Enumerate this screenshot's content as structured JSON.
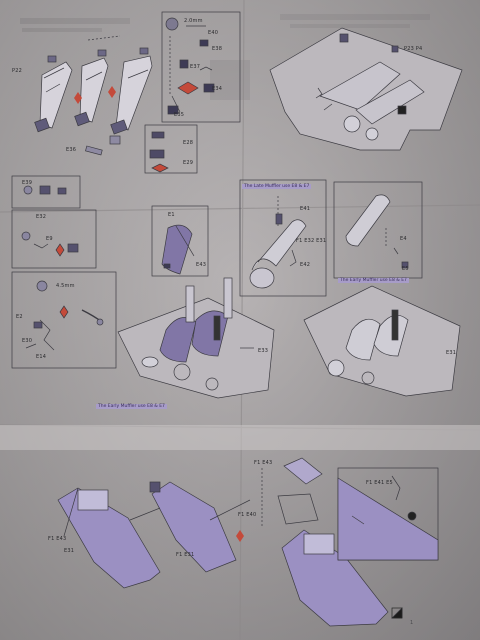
{
  "part_labels": {
    "e36": "E36",
    "e40": "E40",
    "e38": "E38",
    "e37": "E37",
    "e34": "E34",
    "e35": "E35",
    "e28": "E28",
    "e29": "E29",
    "e39": "E39",
    "e32": "E32",
    "e4": "E4",
    "e43": "E43",
    "e41": "E41",
    "e42": "E42",
    "e30": "E30",
    "e31_a": "E31",
    "e31_b": "E31",
    "e2": "E2",
    "e1": "E1",
    "e14": "E14",
    "e33": "E33",
    "e5": "E5",
    "e9": "E9"
  },
  "dimensions": {
    "top": "2.0mm",
    "left": "4.5mm"
  },
  "callouts": {
    "top_left": "P22",
    "top_right": "P23 P4",
    "mid_mount": "F1 E32 E31",
    "lower_mount": "F1 E43",
    "lower_mount_b": "F1 E40",
    "lower_tail": "F1 E41 E5",
    "lower_seat": "F1 E31",
    "lower_cover": "F1 E43"
  },
  "captions": {
    "late_muffler": "The Late Muffler use E8 & E7",
    "early_muffler_top": "The Early Muffler use E8 & E7",
    "early_muffler_bottom": "The Early Muffler use E8 & E7"
  },
  "page_mark": "1"
}
